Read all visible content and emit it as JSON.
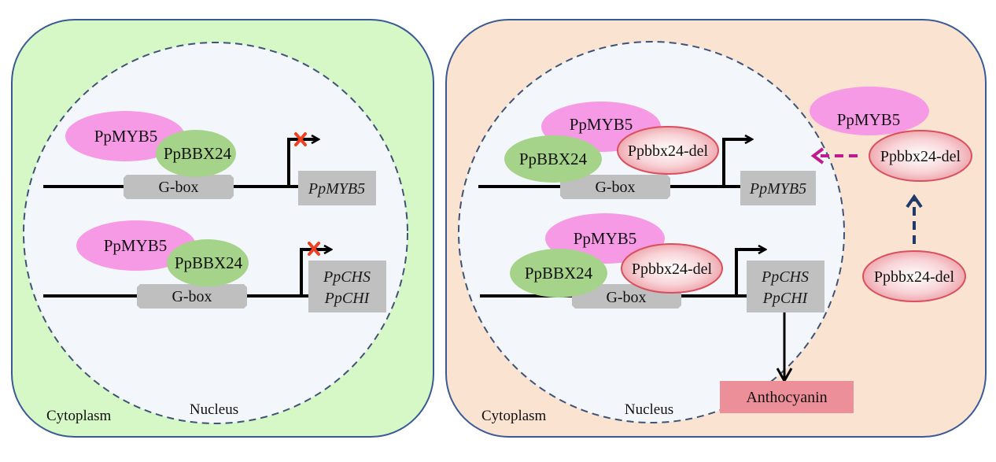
{
  "figure": {
    "panels": [
      {
        "id": "left",
        "condition": "wild-type PpBBX24",
        "background_color": "#d6f8c6",
        "region_labels": {
          "cytoplasm": "Cytoplasm",
          "nucleus": "Nucleus"
        },
        "promoters": [
          {
            "proteins": {
              "myb": "PpMYB5",
              "bbx": "PpBBX24"
            },
            "element": "G-box",
            "genes": [
              "PpMYB5"
            ],
            "transcription": "blocked"
          },
          {
            "proteins": {
              "myb": "PpMYB5",
              "bbx": "PpBBX24"
            },
            "element": "G-box",
            "genes": [
              "PpCHS",
              "PpCHI"
            ],
            "transcription": "blocked"
          }
        ]
      },
      {
        "id": "right",
        "condition": "Ppbbx24-del present",
        "background_color": "#fbe3d2",
        "region_labels": {
          "cytoplasm": "Cytoplasm",
          "nucleus": "Nucleus"
        },
        "promoters": [
          {
            "proteins": {
              "myb": "PpMYB5",
              "bbx": "PpBBX24",
              "del": "Ppbbx24-del"
            },
            "element": "G-box",
            "genes": [
              "PpMYB5"
            ],
            "transcription": "active"
          },
          {
            "proteins": {
              "myb": "PpMYB5",
              "bbx": "PpBBX24",
              "del": "Ppbbx24-del"
            },
            "element": "G-box",
            "genes": [
              "PpCHS",
              "PpCHI"
            ],
            "transcription": "active"
          }
        ],
        "cytoplasm_complex": {
          "myb": "PpMYB5",
          "del": "Ppbbx24-del"
        },
        "cytoplasm_free_protein": "Ppbbx24-del",
        "product": "Anthocyanin"
      }
    ],
    "colors": {
      "panel_border": "#3a5a96",
      "nucleus_fill": "#f3f7fb",
      "nucleus_border": "#3e5378",
      "myb_fill": "#f79ae6",
      "bbx_fill": "#a5d389",
      "del_fill_center": "#ffffff",
      "del_fill_edge": "#ec9ea6",
      "del_border": "#d9505d",
      "gbox_fill": "#bfbfbf",
      "gene_box_fill": "#c0c0c0",
      "anthocyanin_fill": "#ec8f98",
      "block_mark": "#ee4020",
      "import_arrow": "#c01b8e",
      "translocation_arrow": "#203a6a"
    },
    "icons": {
      "block": "x-mark-icon",
      "promoter": "transcription-start-arrow-icon",
      "import": "dashed-left-arrow-icon",
      "translocation": "dashed-up-arrow-icon",
      "synthesis": "down-arrow-icon"
    }
  }
}
